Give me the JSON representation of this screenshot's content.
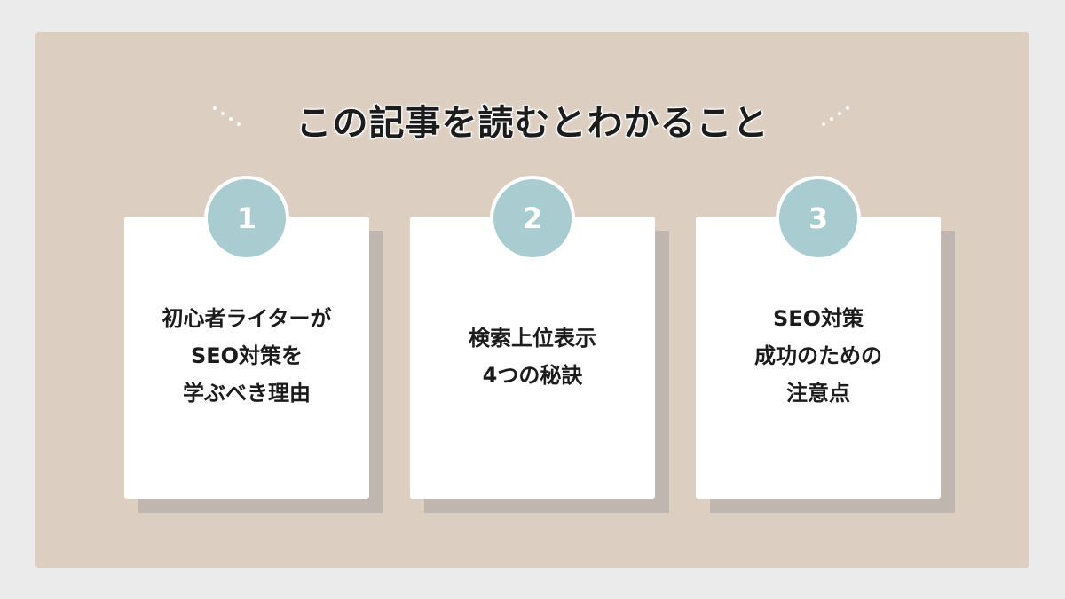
{
  "title": "この記事を読むとわかること",
  "cards": [
    {
      "number": "1",
      "lines": [
        "初心者ライターが",
        "SEO対策を",
        "学ぶべき理由"
      ]
    },
    {
      "number": "2",
      "lines": [
        "検索上位表示",
        "4つの秘訣"
      ]
    },
    {
      "number": "3",
      "lines": [
        "SEO対策",
        "成功のための",
        "注意点"
      ]
    }
  ],
  "colors": {
    "background": "#ecebec",
    "panel": "#dccfc2",
    "badge": "#a9ccd0",
    "shadow": "#bfb6b0"
  }
}
